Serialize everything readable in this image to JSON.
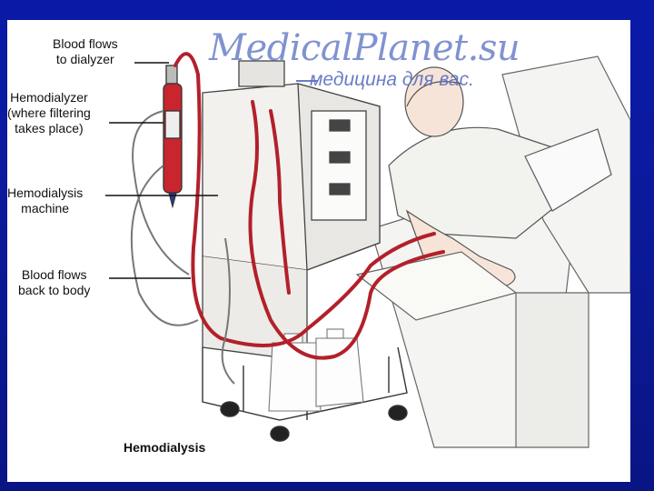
{
  "watermark": {
    "main": "MedicalPlanet.su",
    "sub": "медицина для вас."
  },
  "labels": {
    "blood_to_dialyzer_1": "Blood flows",
    "blood_to_dialyzer_2": "to dialyzer",
    "hemodialyzer_1": "Hemodialyzer",
    "hemodialyzer_2": "(where filtering",
    "hemodialyzer_3": "takes place)",
    "machine_1": "Hemodialysis",
    "machine_2": "machine",
    "back_to_body_1": "Blood flows",
    "back_to_body_2": "back to body"
  },
  "caption": "Hemodialysis",
  "colors": {
    "background": "#0a1aa8",
    "blood_tube": "#b3202a",
    "line": "#333333"
  }
}
